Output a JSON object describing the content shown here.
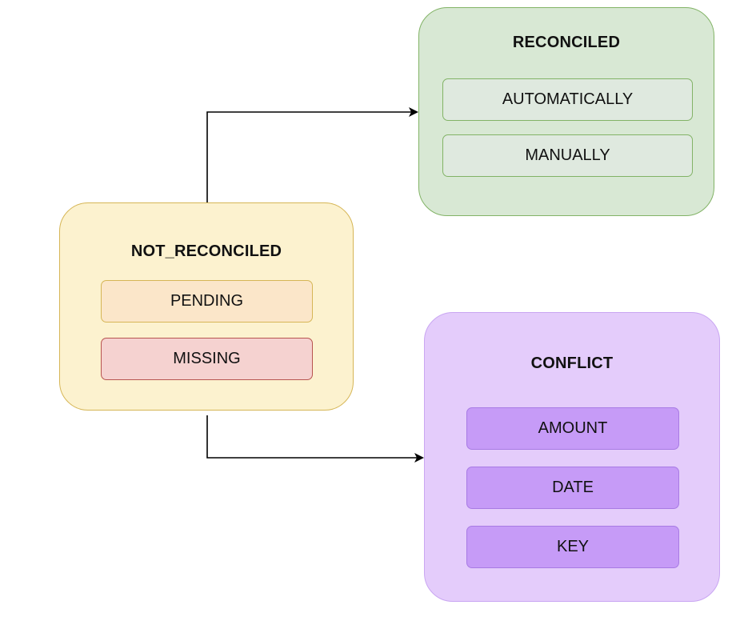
{
  "groups": {
    "not_reconciled": {
      "title": "NOT_RECONCILED",
      "items": [
        "PENDING",
        "MISSING"
      ],
      "colors": {
        "fill": "#fcf2cf",
        "border": "#d6b656",
        "pending_fill": "#fbe6c9",
        "pending_border": "#d6b656",
        "missing_fill": "#f5d2d0",
        "missing_border": "#b85450"
      }
    },
    "reconciled": {
      "title": "RECONCILED",
      "items": [
        "AUTOMATICALLY",
        "MANUALLY"
      ],
      "colors": {
        "fill": "#d8e8d4",
        "border": "#82b366",
        "item_fill": "#dfe9df",
        "item_border": "#82b366"
      }
    },
    "conflict": {
      "title": "CONFLICT",
      "items": [
        "AMOUNT",
        "DATE",
        "KEY"
      ],
      "colors": {
        "fill": "#e4ccfb",
        "border": "#c9a6f2",
        "item_fill": "#c69bf7",
        "item_border": "#a87be4"
      }
    }
  },
  "edges": [
    {
      "from": "NOT_RECONCILED",
      "to": "RECONCILED"
    },
    {
      "from": "NOT_RECONCILED",
      "to": "CONFLICT"
    }
  ]
}
